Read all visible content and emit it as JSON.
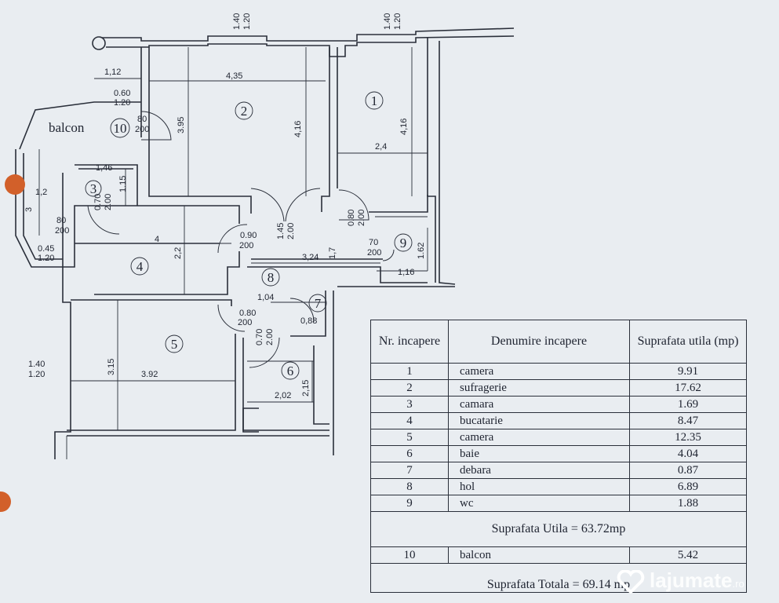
{
  "plan": {
    "room_numbers": [
      "1",
      "2",
      "3",
      "4",
      "5",
      "6",
      "7",
      "8",
      "9",
      "10"
    ],
    "balcony_label": "balcon",
    "dims": {
      "win_top1": "1.40",
      "win_top1b": "1.20",
      "win_top2": "1.40",
      "win_top2b": "1.20",
      "d112": "1,12",
      "d435": "4,35",
      "d060": "0.60",
      "d120a": "1.20",
      "d80a": "80",
      "d200a": "200",
      "d395": "3.95",
      "d416a": "4,16",
      "d416b": "4,16",
      "d24": "2,4",
      "d146": "1,46",
      "d115": "1.15",
      "d12": "1,2",
      "d3": "3",
      "d070a": "0.70",
      "d200b": "2.00",
      "d80b": "80",
      "d200c": "200",
      "d4": "4",
      "d22": "2,2",
      "d045": "0.45",
      "d120b": "1.20",
      "d090": "0.90",
      "d200d": "200",
      "d145": "1.45",
      "d200e": "2.00",
      "d080a": "0.80",
      "d200f": "2.00",
      "d70": "70",
      "d200g": "200",
      "d162": "1.62",
      "d324": "3,24",
      "d17": "1,7",
      "d116": "1,16",
      "d104": "1,04",
      "d088": "0,88",
      "d080b": "0.80",
      "d200h": "200",
      "d070b": "0.70",
      "d200i": "2.00",
      "d140": "1.40",
      "d120c": "1.20",
      "d315": "3.15",
      "d392": "3.92",
      "d202": "2,02",
      "d215": "2,15"
    }
  },
  "table": {
    "header": {
      "col1": "Nr. incapere",
      "col2": "Denumire incapere",
      "col3": "Suprafata utila (mp)"
    },
    "rows": [
      {
        "nr": "1",
        "name": "camera",
        "area": "9.91"
      },
      {
        "nr": "2",
        "name": "sufragerie",
        "area": "17.62"
      },
      {
        "nr": "3",
        "name": "camara",
        "area": "1.69"
      },
      {
        "nr": "4",
        "name": "bucatarie",
        "area": "8.47"
      },
      {
        "nr": "5",
        "name": "camera",
        "area": "12.35"
      },
      {
        "nr": "6",
        "name": "baie",
        "area": "4.04"
      },
      {
        "nr": "7",
        "name": "debara",
        "area": "0.87"
      },
      {
        "nr": "8",
        "name": "hol",
        "area": "6.89"
      },
      {
        "nr": "9",
        "name": "wc",
        "area": "1.88"
      }
    ],
    "useful_total": "Suprafata Utila = 63.72mp",
    "balcony_row": {
      "nr": "10",
      "name": "balcon",
      "area": "5.42"
    },
    "grand_total": "Suprafata Totala = 69.14 mp"
  },
  "watermark": {
    "brand": "lajumate",
    "suffix": ".ro"
  },
  "colors": {
    "paper": "#e9edf1",
    "ink": "#2a2f3a",
    "pin": "#d2602a"
  }
}
